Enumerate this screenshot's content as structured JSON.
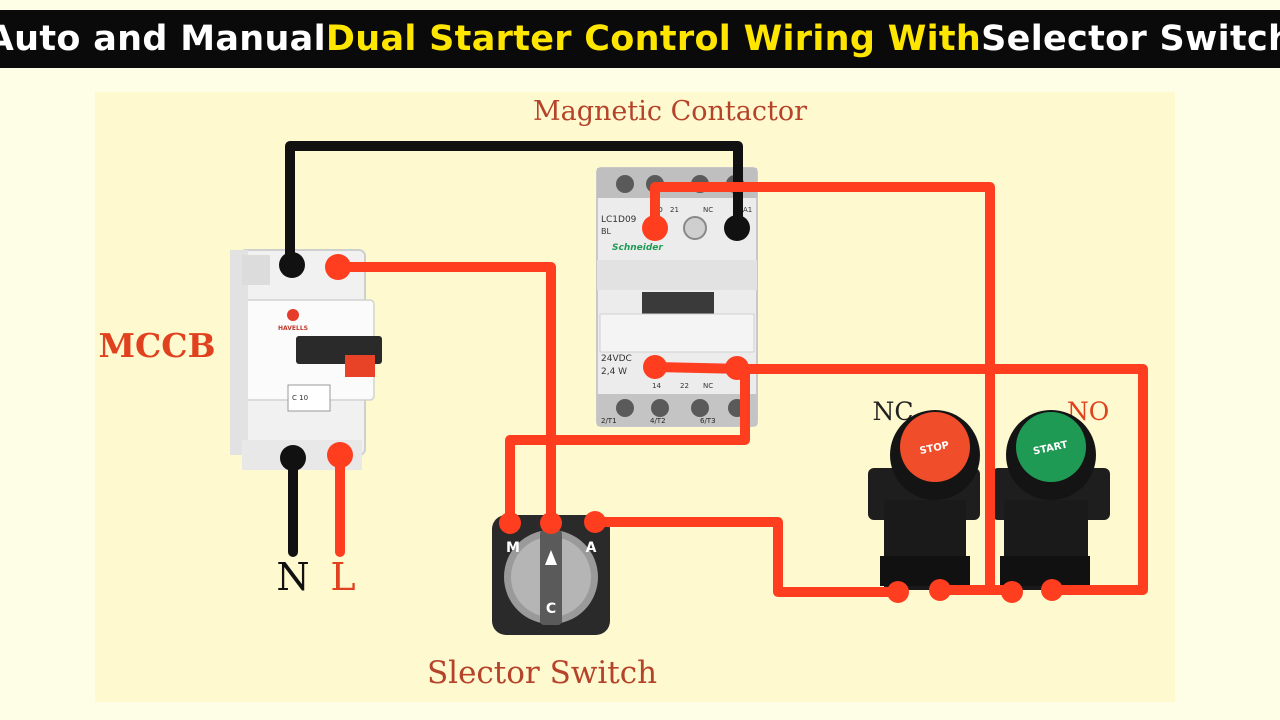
{
  "title": {
    "part1": "Auto and Manual ",
    "part2": "Dual Starter Control Wiring With",
    "part3": " Selector Switch"
  },
  "colors": {
    "wire_live": "#ff3d1f",
    "wire_neutral": "#111111",
    "title_bg": "#0a0a0a",
    "title_highlight": "#ffe600",
    "label_red": "#e0421f",
    "label_brown": "#b5432a",
    "stop_button": "#f04d2a",
    "start_button": "#1f9a55"
  },
  "labels": {
    "magnetic_contactor": "Magnetic Contactor",
    "mccb": "MCCB",
    "selector_switch": "Slector Switch",
    "nc": "NC",
    "no": "NO",
    "neutral": "N",
    "line": "L"
  },
  "mccb_device": {
    "brand": "HAVELLS",
    "rating": "C 10"
  },
  "contactor_device": {
    "model": "LC1D09",
    "model_suffix": "BL",
    "brand": "Schneider",
    "coil_voltage": "24VDC",
    "coil_power": "2,4 W",
    "bottom_terminals": [
      "2/T1",
      "4/T2",
      "6/T3"
    ],
    "aux_terminals": [
      "14",
      "22",
      "NC"
    ],
    "top_terminals": [
      "NO",
      "21",
      "NC",
      "A1"
    ]
  },
  "selector_device": {
    "positions": [
      "M",
      "A",
      "C"
    ]
  },
  "buttons": {
    "stop_label": "STOP",
    "start_label": "START"
  }
}
